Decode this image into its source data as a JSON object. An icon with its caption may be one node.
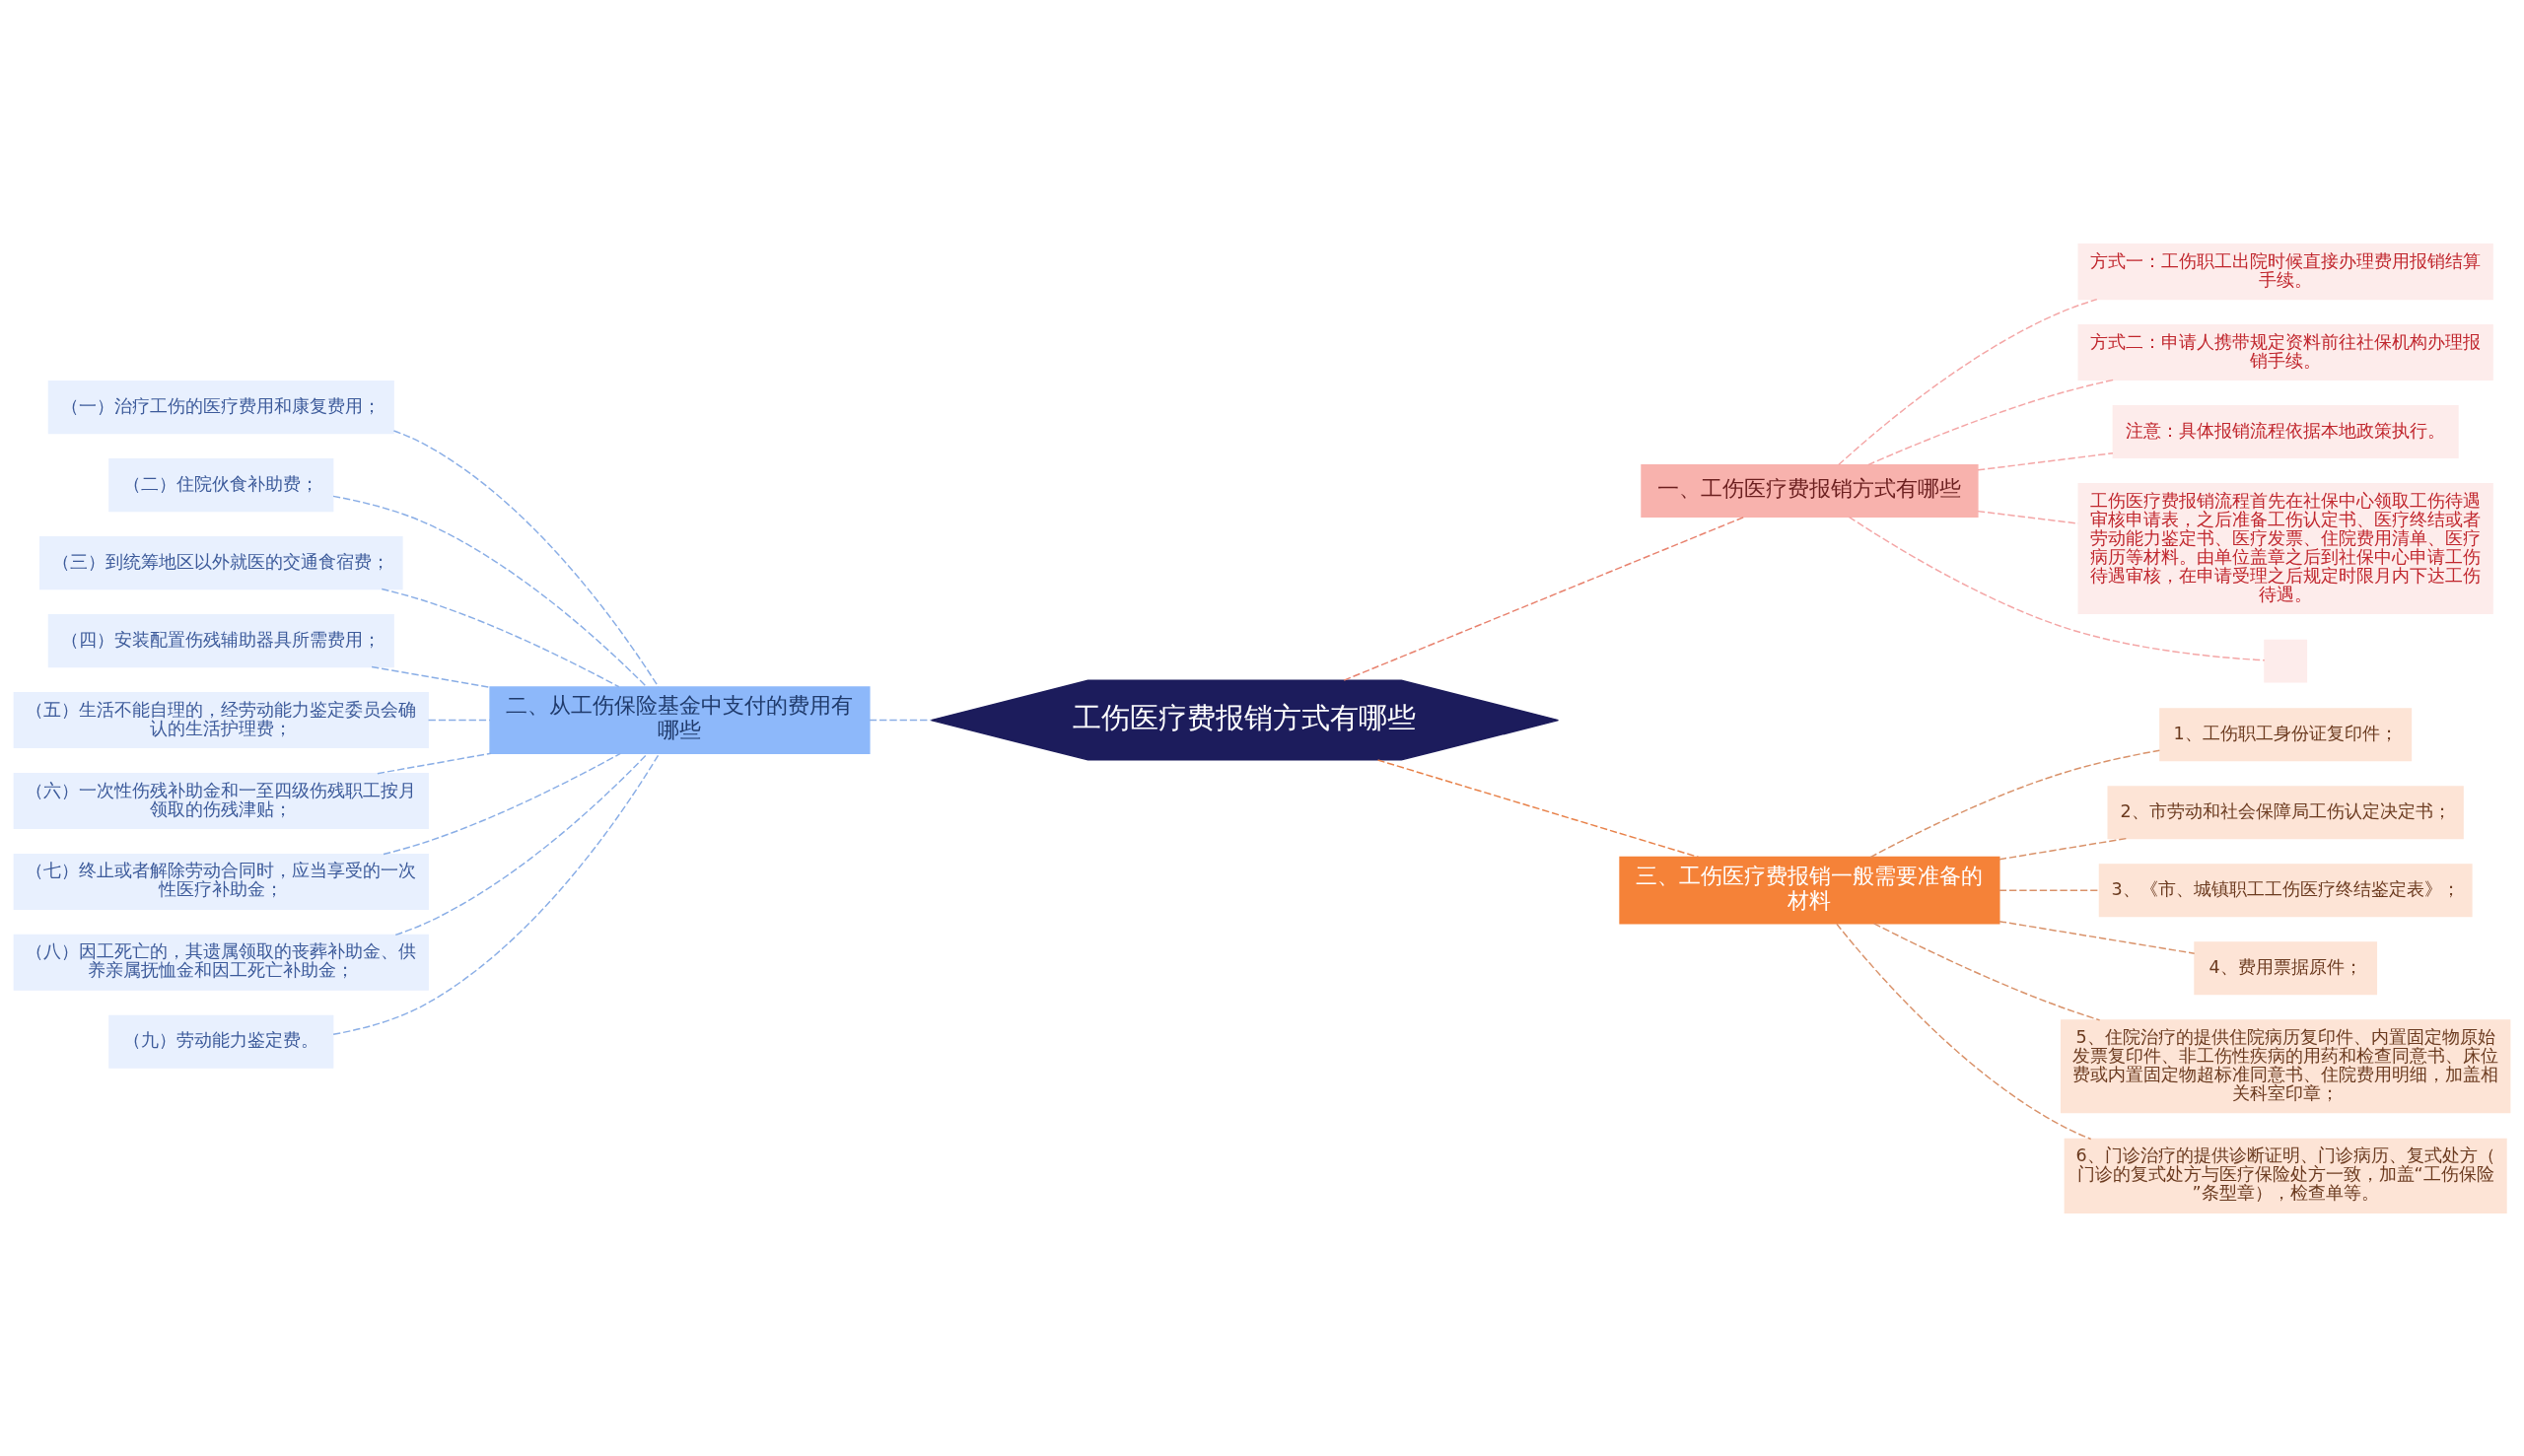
{
  "diagram": {
    "nodes": [
      {
        "text": [
          "工伤医疗费报销方式有哪些"
        ]
      },
      {
        "text": [
          "一、工伤医疗费报销方式有哪些"
        ]
      },
      {
        "text": [
          "方式一：工伤职工出院时候直接办理费用报销结算手续。"
        ]
      },
      {
        "text": [
          "方式二：申请人携带规定资料前往社保机构办理报销手续。"
        ]
      },
      {
        "text": [
          "注意：具体报销流程依据本地政策执行。"
        ]
      },
      {
        "text": [
          "工伤医疗费报销流程首先在社保中心领取工伤待遇审核申请表，之后准备工伤认定书、医疗终结或者劳动能力鉴定书、医疗发票、住院费用清单、医疗病历等材料。由单位盖章之后到社保中心申请工伤待遇审核，在申请受理之后规定时限月内下达工伤待遇。"
        ]
      },
      {
        "text": [],
        "shape": "box"
      },
      {
        "text": [
          "二、从工伤保险基金中支付的费用有哪些"
        ]
      },
      {
        "text": [
          "（一）治疗工伤的医疗费用和康复费用；"
        ]
      },
      {
        "text": [
          "（二）住院伙食补助费；"
        ]
      },
      {
        "text": [
          "（三）到统筹地区以外就医的交通食宿费；"
        ]
      },
      {
        "text": [
          "（四）安装配置伤残辅助器具所需费用；"
        ]
      },
      {
        "text": [
          "（五）生活不能自理的，经劳动能力鉴定委员会确认的生活护理费；"
        ]
      },
      {
        "text": [
          "（六）一次性伤残补助金和一至四级伤残职工按月领取的伤残津贴；"
        ]
      },
      {
        "text": [
          "（七）终止或者解除劳动合同时，应当享受的一次性医疗补助金；"
        ]
      },
      {
        "text": [
          "（八）因工死亡的，其遗属领取的丧葬补助金、供养亲属抚恤金和因工死亡补助金；"
        ]
      },
      {
        "text": [
          "（九）劳动能力鉴定费。"
        ]
      },
      {
        "text": [
          "三、工伤医疗费报销一般需要准备的材料"
        ]
      },
      {
        "text": [
          "1、工伤职工身份证复印件；"
        ]
      },
      {
        "text": [
          "2、市劳动和社会保障局工伤认定决定书；"
        ]
      },
      {
        "text": [
          "3、《市、城镇职工工伤医疗终结鉴定表》；"
        ]
      },
      {
        "text": [
          "4、费用票据原件；"
        ]
      },
      {
        "text": [
          "5、住院治疗的提供住院病历复印件、内置固定物原始发票复印件、非工伤性疾病的用药和检查同意书、床位费或内置固定物超标准同意书、住院费用明细，加盖相关科室印章；"
        ]
      },
      {
        "text": [
          "6、门诊治疗的提供诊断证明、门诊病历、复式处方（门诊的复式处方与医疗保险处方一致，加盖“工伤保险”条型章），检查单等。"
        ]
      }
    ],
    "edges": [
      {
        "from": 0,
        "to": 1,
        "arrow": "none",
        "style": "dashed",
        "color": "#e8826e"
      },
      {
        "from": 1,
        "to": 2,
        "arrow": "none",
        "style": "dashed",
        "color": "#f4a6a6"
      },
      {
        "from": 1,
        "to": 3,
        "arrow": "none",
        "style": "dashed",
        "color": "#f4a6a6"
      },
      {
        "from": 1,
        "to": 4,
        "arrow": "none",
        "style": "dashed",
        "color": "#f4a6a6"
      },
      {
        "from": 1,
        "to": 5,
        "arrow": "none",
        "style": "dashed",
        "color": "#f4a6a6"
      },
      {
        "from": 1,
        "to": 6,
        "arrow": "none",
        "style": "dashed",
        "color": "#f4a6a6"
      },
      {
        "from": 0,
        "to": 7,
        "arrow": "none",
        "style": "dashed"
      },
      {
        "from": 7,
        "to": 8,
        "arrow": "none",
        "style": "dashed"
      },
      {
        "from": 7,
        "to": 9,
        "arrow": "none",
        "style": "dashed"
      },
      {
        "from": 7,
        "to": 10,
        "arrow": "none",
        "style": "dashed"
      },
      {
        "from": 7,
        "to": 11,
        "arrow": "none",
        "style": "dashed"
      },
      {
        "from": 7,
        "to": 12,
        "arrow": "none",
        "style": "dashed"
      },
      {
        "from": 7,
        "to": 13,
        "arrow": "none",
        "style": "dashed"
      },
      {
        "from": 7,
        "to": 14,
        "arrow": "none",
        "style": "dashed"
      },
      {
        "from": 7,
        "to": 15,
        "arrow": "none",
        "style": "dashed"
      },
      {
        "from": 7,
        "to": 16,
        "arrow": "none",
        "style": "dashed"
      },
      {
        "from": 0,
        "to": 17,
        "arrow": "none",
        "style": "dashed",
        "color": "#e8824a"
      },
      {
        "from": 17,
        "to": 18,
        "arrow": "none",
        "style": "dashed",
        "color": "#d9926a"
      },
      {
        "from": 17,
        "to": 19,
        "arrow": "none",
        "style": "dashed",
        "color": "#d9926a"
      },
      {
        "from": 17,
        "to": 20,
        "arrow": "none",
        "style": "dashed",
        "color": "#d9926a"
      },
      {
        "from": 17,
        "to": 21,
        "arrow": "none",
        "style": "dashed",
        "color": "#d9926a"
      },
      {
        "from": 17,
        "to": 22,
        "arrow": "none",
        "style": "dashed",
        "color": "#d9926a"
      },
      {
        "from": 17,
        "to": 23,
        "arrow": "none",
        "style": "dashed",
        "color": "#d9926a"
      }
    ]
  }
}
